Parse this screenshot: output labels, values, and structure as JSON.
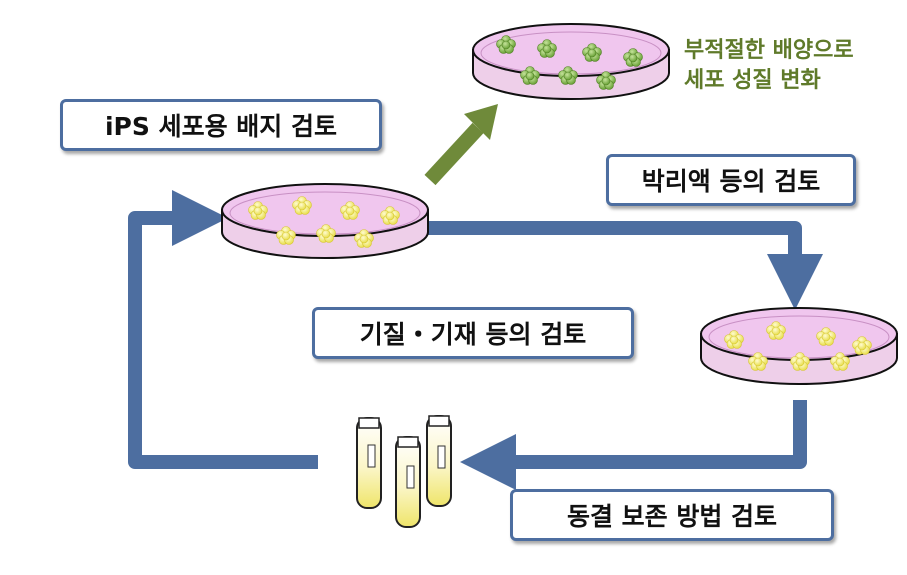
{
  "labels": {
    "ips_medium": "iPS 세포용 배지 검토",
    "separation": "박리액 등의 검토",
    "substrate": "기질・기재 등의 검토",
    "freezing": "동결 보존 방법 검토"
  },
  "note": {
    "line1": "부적절한 배양으로",
    "line2": "세포 성질 변화"
  },
  "colors": {
    "cycle_arrow": "#4d6ea0",
    "change_arrow": "#6f8a3a",
    "dish_medium": "#f0c6ee",
    "healthy_cell": "#f2ef7a",
    "changed_cell": "#8ab84a",
    "note_text": "#5f7a2a",
    "vial_liquid": "#f3ef9a"
  }
}
